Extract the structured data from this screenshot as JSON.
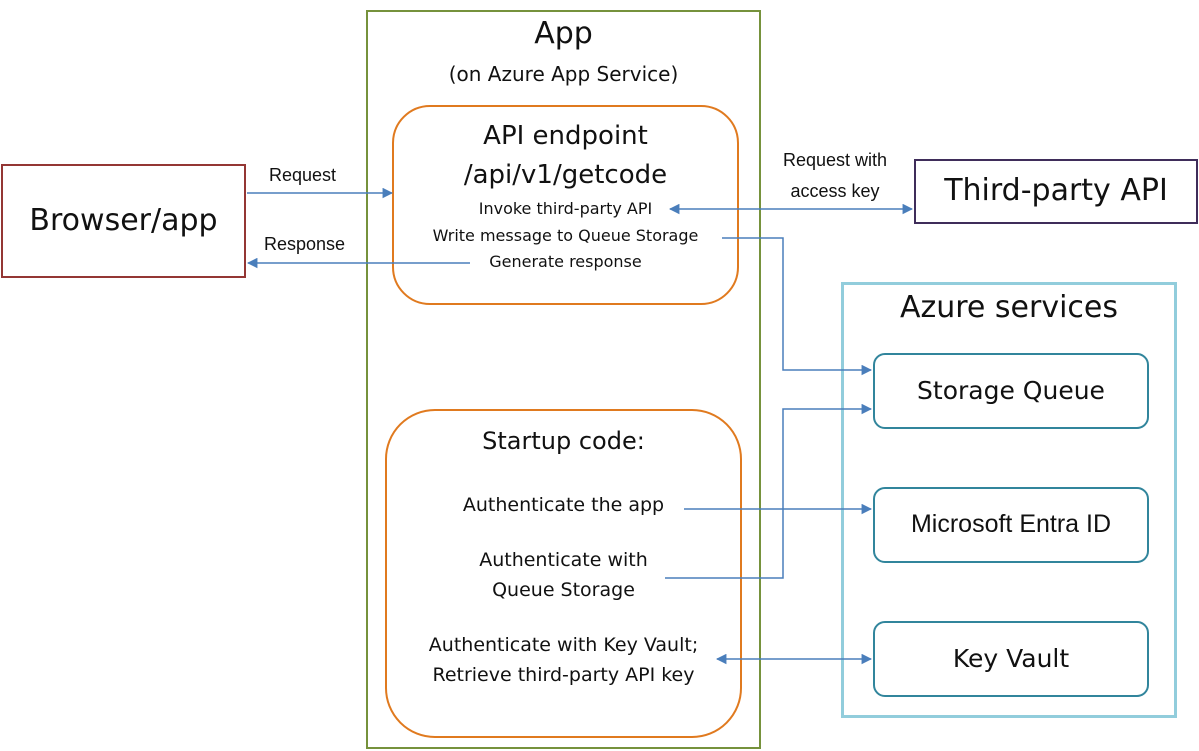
{
  "app": {
    "title": "App",
    "subtitle": "(on Azure App Service)"
  },
  "api_endpoint": {
    "title": "API endpoint",
    "path": "/api/v1/getcode",
    "steps": [
      "Invoke third-party API",
      "Write message to Queue Storage",
      "Generate response"
    ]
  },
  "startup": {
    "title": "Startup code:",
    "auth_app": "Authenticate the app",
    "auth_queue_line1": "Authenticate with",
    "auth_queue_line2": "Queue Storage",
    "auth_keyvault_line1": "Authenticate with Key Vault;",
    "auth_keyvault_line2": "Retrieve third-party API key"
  },
  "browser": {
    "label": "Browser/app"
  },
  "third_party": {
    "label": "Third-party API"
  },
  "edges": {
    "request": "Request",
    "response": "Response",
    "request_with_key_line1": "Request with",
    "request_with_key_line2": "access key"
  },
  "azure": {
    "title": "Azure services",
    "storage_queue": "Storage Queue",
    "entra": "Microsoft Entra ID",
    "key_vault": "Key Vault"
  },
  "colors": {
    "app_border": "#76923c",
    "endpoint_border": "#e07a1f",
    "browser_border": "#943634",
    "third_party_border": "#3f2d5a",
    "azure_border": "#92cddc",
    "service_border": "#31859c",
    "arrow": "#4a7ebb"
  }
}
